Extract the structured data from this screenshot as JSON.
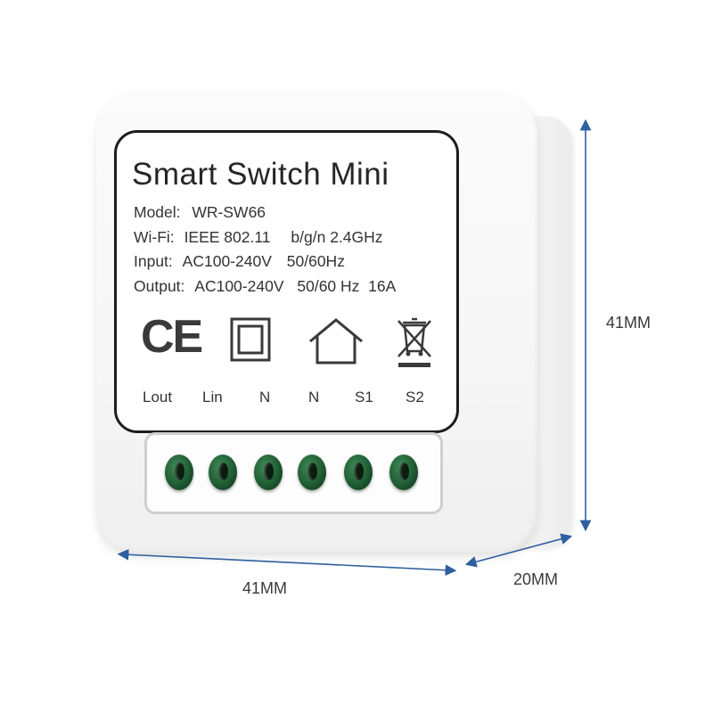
{
  "device": {
    "title": "Smart Switch Mini",
    "specs": [
      {
        "key": "Model:",
        "value": "WR-SW66",
        "extra": ""
      },
      {
        "key": "Wi-Fi:",
        "value": "IEEE 802.11",
        "extra": "b/g/n 2.4GHz"
      },
      {
        "key": "Input:",
        "value": "AC100-240V",
        "extra": "50/60Hz"
      },
      {
        "key": "Output:",
        "value": "AC100-240V",
        "extra": "50/60 Hz  16A"
      }
    ],
    "certification_mark": "CE",
    "symbols": [
      "ce-mark-icon",
      "double-insulation-icon",
      "indoor-use-house-icon",
      "weee-crossed-bin-icon"
    ],
    "terminals": [
      "Lout",
      "Lin",
      "N",
      "N",
      "S1",
      "S2"
    ],
    "screw_color": "#1f5c33"
  },
  "dimensions": {
    "width": "41MM",
    "height": "41MM",
    "depth": "20MM",
    "arrow_color": "#2f5f9e"
  }
}
